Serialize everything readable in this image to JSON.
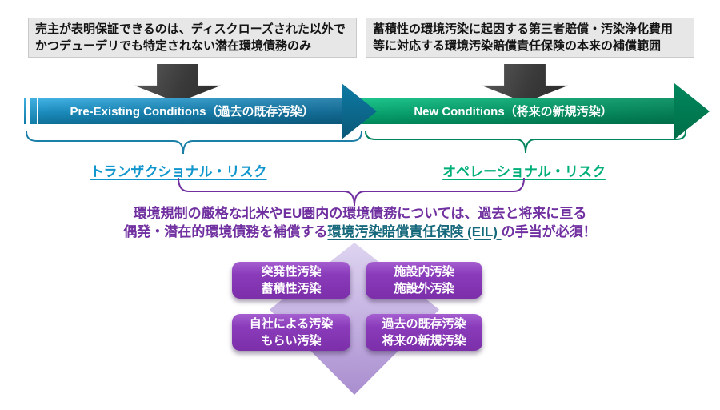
{
  "colors": {
    "bar_pre_light": "#44b4e6",
    "bar_pre_dark": "#0f7098",
    "bar_new_light": "#1fc78e",
    "bar_new_dark": "#00895c",
    "brace_teal": "#1b7fa8",
    "brace_green": "#00845d",
    "brace_purple": "#7030a0",
    "label_transactional": "#1095cc",
    "label_operational": "#00ae79",
    "message_purple": "#7030a0",
    "message_highlight_teal": "#17697c",
    "matrix_box_purple": "#7c2fa9",
    "diamond_light_purple": "#c7b5e3",
    "callout_gray": "#e7e7e7",
    "down_arrow_gray": "#3a3a3a"
  },
  "callouts": {
    "left": {
      "line1": "売主が表明保証できるのは、ディスクローズされた以外で",
      "line2": "かつデューデリでも特定されない潜在環境債務のみ"
    },
    "right": {
      "line1": "蓄積性の環境汚染に起因する第三者賠償・汚染浄化費用",
      "line2": "等に対応する環境汚染賠償責任保険の本来の補償範囲"
    }
  },
  "timeline": {
    "pre_existing_label": "Pre-Existing Conditions（過去の既存汚染）",
    "new_conditions_label": "New Conditions（将来の新規汚染）"
  },
  "risk_labels": {
    "transactional": "トランザクショナル・リスク",
    "operational": "オペレーショナル・リスク"
  },
  "message": {
    "line1": "環境規制の厳格な北米やEU圏内の環境債務については、過去と将来に亘る",
    "line2_prefix": "偶発・潜在的環境債務を補償する",
    "line2_highlight": "環境汚染賠償責任保険 (EIL) ",
    "line2_suffix": "の手当が必須！"
  },
  "matrix": {
    "boxes": [
      {
        "line1": "突発性汚染",
        "line2": "蓄積性汚染"
      },
      {
        "line1": "施設内汚染",
        "line2": "施設外汚染"
      },
      {
        "line1": "自社による汚染",
        "line2": "もらい汚染"
      },
      {
        "line1": "過去の既存汚染",
        "line2": "将来の新規汚染"
      }
    ]
  }
}
